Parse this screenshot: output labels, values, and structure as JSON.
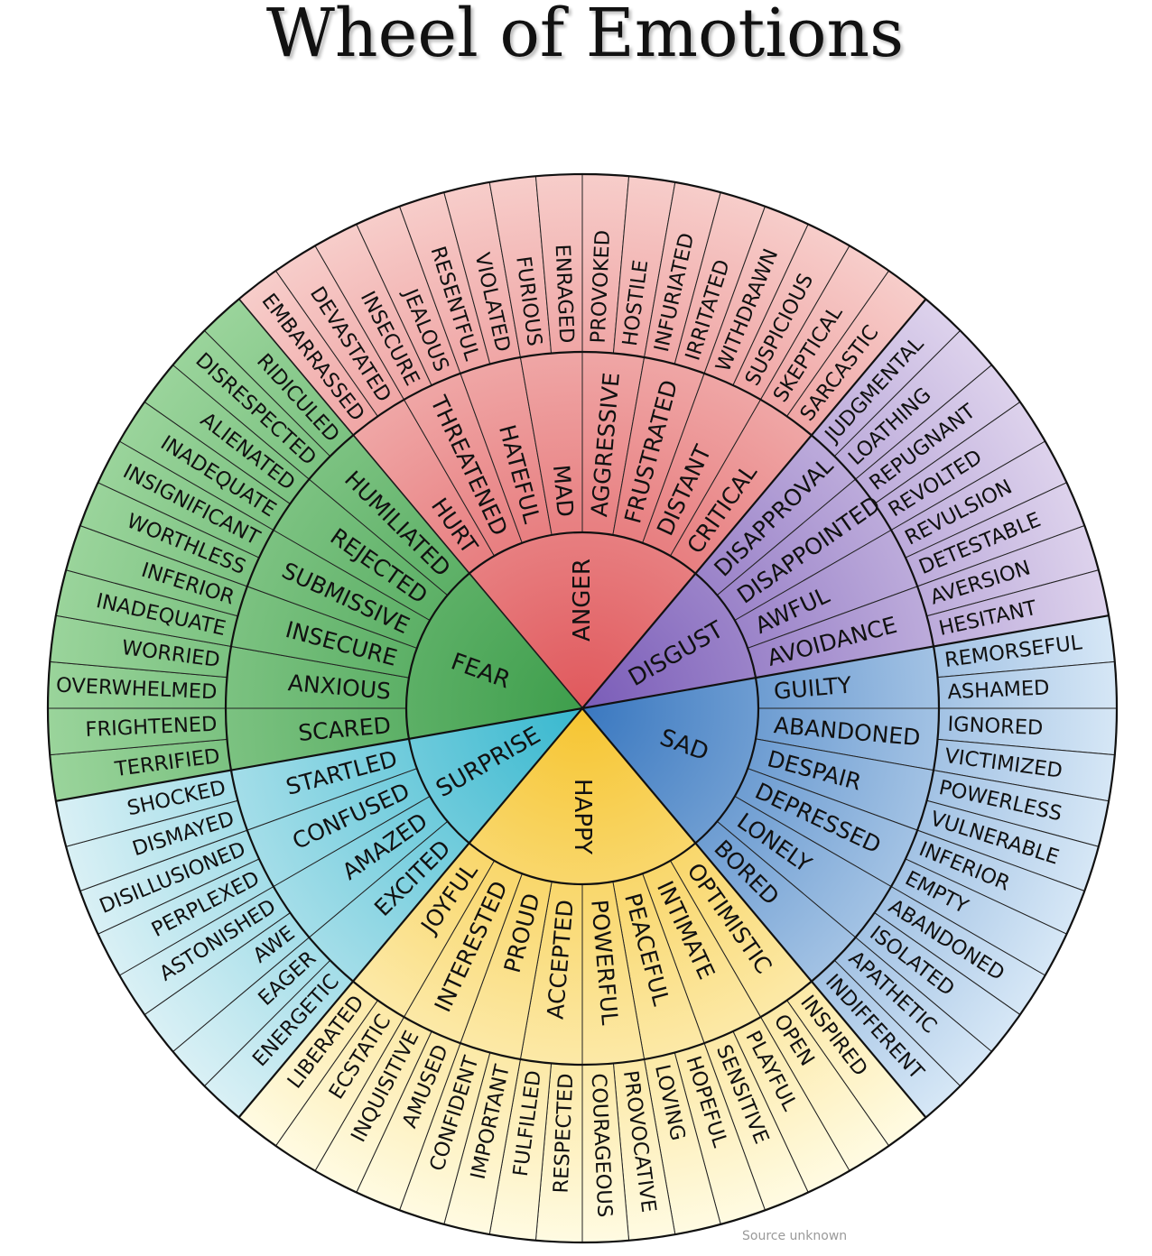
{
  "title": "Wheel of Emotions",
  "source": "Source unknown",
  "categories": [
    {
      "name": "ANGER",
      "start": -40,
      "end": 40,
      "inner_color": "#e0585c",
      "outer_color": "#f7cdca",
      "middle": [
        "HURT",
        "THREATENED",
        "HATEFUL",
        "MAD",
        "AGGRESSIVE",
        "FRUSTRATED",
        "DISTANT",
        "CRITICAL"
      ],
      "outer": [
        "EMBARRASSED",
        "DEVASTATED",
        "INSECURE",
        "JEALOUS",
        "RESENTFUL",
        "VIOLATED",
        "FURIOUS",
        "ENRAGED",
        "PROVOKED",
        "HOSTILE",
        "INFURIATED",
        "IRRITATED",
        "WITHDRAWN",
        "SUSPICIOUS",
        "SKEPTICAL",
        "SARCASTIC"
      ]
    },
    {
      "name": "DISGUST",
      "start": 40,
      "end": 80,
      "inner_color": "#7a5cb8",
      "outer_color": "#ddd2ec",
      "middle": [
        "DISAPPROVAL",
        "DISAPPOINTED",
        "AWFUL",
        "AVOIDANCE"
      ],
      "outer": [
        "JUDGMENTAL",
        "LOATHING",
        "REPUGNANT",
        "REVOLTED",
        "REVULSION",
        "DETESTABLE",
        "AVERSION",
        "HESITANT"
      ]
    },
    {
      "name": "SAD",
      "start": 80,
      "end": 140,
      "inner_color": "#3a78c0",
      "outer_color": "#d6e7f6",
      "middle": [
        "GUILTY",
        "ABANDONED",
        "DESPAIR",
        "DEPRESSED",
        "LONELY",
        "BORED"
      ],
      "outer": [
        "REMORSEFUL",
        "ASHAMED",
        "IGNORED",
        "VICTIMIZED",
        "POWERLESS",
        "VULNERABLE",
        "INFERIOR",
        "EMPTY",
        "ABANDONED",
        "ISOLATED",
        "APATHETIC",
        "INDIFFERENT"
      ]
    },
    {
      "name": "HAPPY",
      "start": 140,
      "end": 220,
      "inner_color": "#f6c531",
      "outer_color": "#fffbe2",
      "middle": [
        "OPTIMISTIC",
        "INTIMATE",
        "PEACEFUL",
        "POWERFUL",
        "ACCEPTED",
        "PROUD",
        "INTERESTED",
        "JOYFUL"
      ],
      "outer": [
        "INSPIRED",
        "OPEN",
        "PLAYFUL",
        "SENSITIVE",
        "HOPEFUL",
        "LOVING",
        "PROVOCATIVE",
        "COURAGEOUS",
        "RESPECTED",
        "FULFILLED",
        "IMPORTANT",
        "CONFIDENT",
        "AMUSED",
        "INQUISITIVE",
        "ECSTATIC",
        "LIBERATED"
      ]
    },
    {
      "name": "SURPRISE",
      "start": 220,
      "end": 260,
      "inner_color": "#38b8cf",
      "outer_color": "#d9f0f5",
      "middle": [
        "EXCITED",
        "AMAZED",
        "CONFUSED",
        "STARTLED"
      ],
      "outer": [
        "ENERGETIC",
        "EAGER",
        "AWE",
        "ASTONISHED",
        "PERPLEXED",
        "DISILLUSIONED",
        "DISMAYED",
        "SHOCKED"
      ]
    },
    {
      "name": "FEAR",
      "start": 260,
      "end": 320,
      "inner_color": "#3e9e4c",
      "outer_color": "#9ad49b",
      "middle": [
        "SCARED",
        "ANXIOUS",
        "INSECURE",
        "SUBMISSIVE",
        "REJECTED",
        "HUMILIATED"
      ],
      "outer": [
        "TERRIFIED",
        "FRIGHTENED",
        "OVERWHELMED",
        "WORRIED",
        "INADEQUATE",
        "INFERIOR",
        "WORTHLESS",
        "INSIGNIFICANT",
        "INADEQUATE",
        "ALIENATED",
        "DISRESPECTED",
        "RIDICULED"
      ]
    }
  ]
}
